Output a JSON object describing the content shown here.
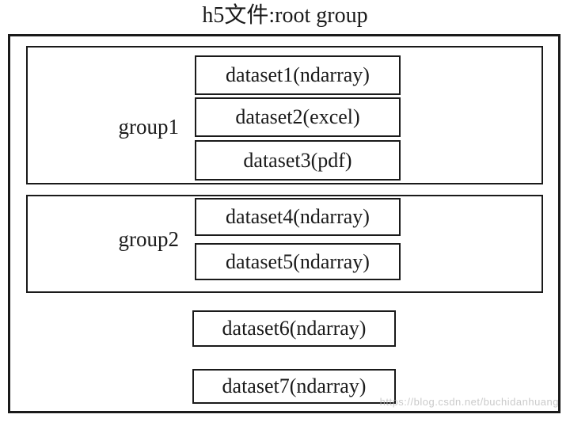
{
  "title": "h5文件:root group",
  "watermark": "https://blog.csdn.net/buchidanhuang",
  "colors": {
    "line": "#1a1a1a",
    "background": "#ffffff",
    "watermark": "#b8b8b8"
  },
  "root_group": {
    "groups": [
      {
        "label": "group1",
        "datasets": [
          "dataset1(ndarray)",
          "dataset2(excel)",
          "dataset3(pdf)"
        ]
      },
      {
        "label": "group2",
        "datasets": [
          "dataset4(ndarray)",
          "dataset5(ndarray)"
        ]
      }
    ],
    "root_datasets": [
      "dataset6(ndarray)",
      "dataset7(ndarray)"
    ]
  }
}
